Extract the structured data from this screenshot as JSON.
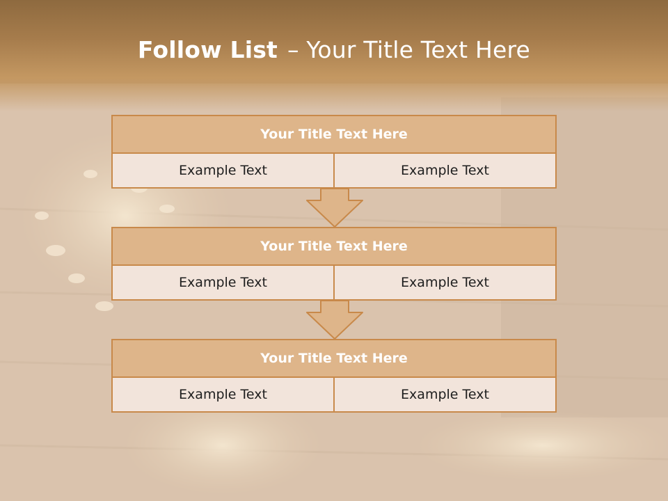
{
  "slide": {
    "title_bold": "Follow List",
    "title_rest": "– Your Title Text Here"
  },
  "steps": [
    {
      "title": "Your Title Text Here",
      "left": "Example Text",
      "right": "Example Text"
    },
    {
      "title": "Your Title Text Here",
      "left": "Example Text",
      "right": "Example Text"
    },
    {
      "title": "Your Title Text Here",
      "left": "Example Text",
      "right": "Example Text"
    }
  ],
  "colors": {
    "accent": "#c8894a",
    "header_fill": "#deb58a",
    "cell_fill": "#f2e4db",
    "title_text": "#ffffff"
  },
  "icons": [
    "down-arrow-icon",
    "down-arrow-icon"
  ]
}
